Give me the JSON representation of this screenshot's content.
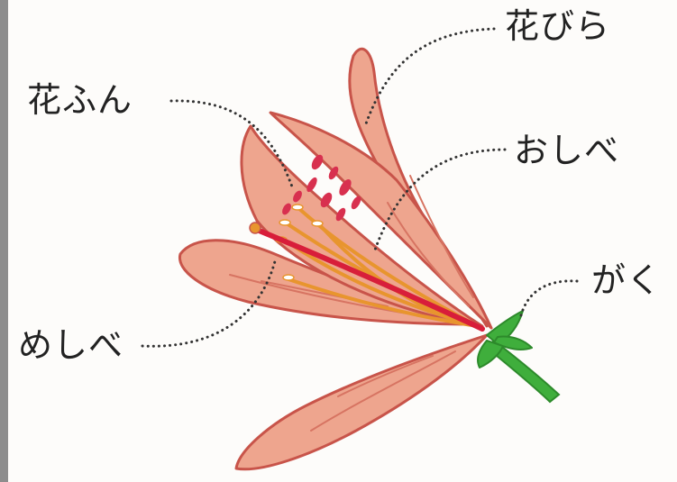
{
  "labels": {
    "petal": "花びら",
    "pollen": "花ふん",
    "stamen": "おしべ",
    "sepal": "がく",
    "pistil": "めしべ"
  },
  "colors": {
    "petal_fill": "#eea58e",
    "petal_outline": "#c8544a",
    "petal_vein": "#d77462",
    "pistil": "#d81e3a",
    "stamen": "#e8952e",
    "pollen_spots": "#d8304f",
    "sepal_stem": "#3fae3c",
    "leader_dots": "#333333"
  }
}
